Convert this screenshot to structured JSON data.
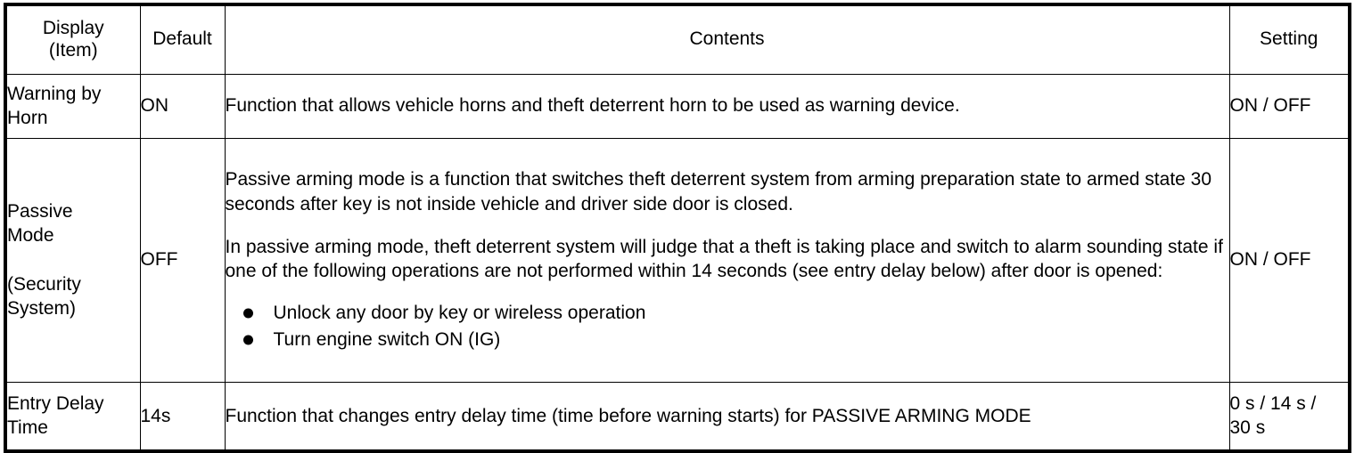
{
  "table": {
    "columns": [
      {
        "key": "display",
        "header_lines": [
          "Display",
          "(Item)"
        ]
      },
      {
        "key": "default",
        "header_lines": [
          "Default"
        ]
      },
      {
        "key": "contents",
        "header_lines": [
          "Contents"
        ]
      },
      {
        "key": "setting",
        "header_lines": [
          "Setting"
        ]
      }
    ],
    "rows": [
      {
        "display_lines": [
          "Warning by",
          "Horn"
        ],
        "default": "ON",
        "contents": {
          "paragraphs": [
            "Function that allows vehicle horns and theft deterrent horn to be used as warning device."
          ],
          "bullets": []
        },
        "setting_lines": [
          "ON / OFF"
        ]
      },
      {
        "display_lines": [
          "Passive",
          "Mode",
          "",
          "(Security",
          "System)"
        ],
        "default": "OFF",
        "contents": {
          "paragraphs": [
            "Passive arming mode is a function that switches theft deterrent system from arming preparation state to armed state 30 seconds after key is not inside vehicle and driver side door is closed.",
            "In passive arming mode, theft deterrent system will judge that a theft is taking place and switch to alarm sounding state if one of the following operations are not performed within 14 seconds (see entry delay below) after door is opened:"
          ],
          "bullets": [
            "Unlock any door by key or wireless operation",
            "Turn engine switch ON (IG)"
          ]
        },
        "setting_lines": [
          "ON / OFF"
        ]
      },
      {
        "display_lines": [
          "Entry Delay",
          "Time"
        ],
        "default": "14s",
        "contents": {
          "paragraphs": [
            "Function that changes entry delay time (time before warning starts) for PASSIVE ARMING MODE"
          ],
          "bullets": []
        },
        "setting_lines": [
          "0 s / 14 s /",
          "30 s"
        ]
      }
    ]
  },
  "colors": {
    "border": "#000000",
    "background": "#ffffff",
    "text": "#000000"
  }
}
